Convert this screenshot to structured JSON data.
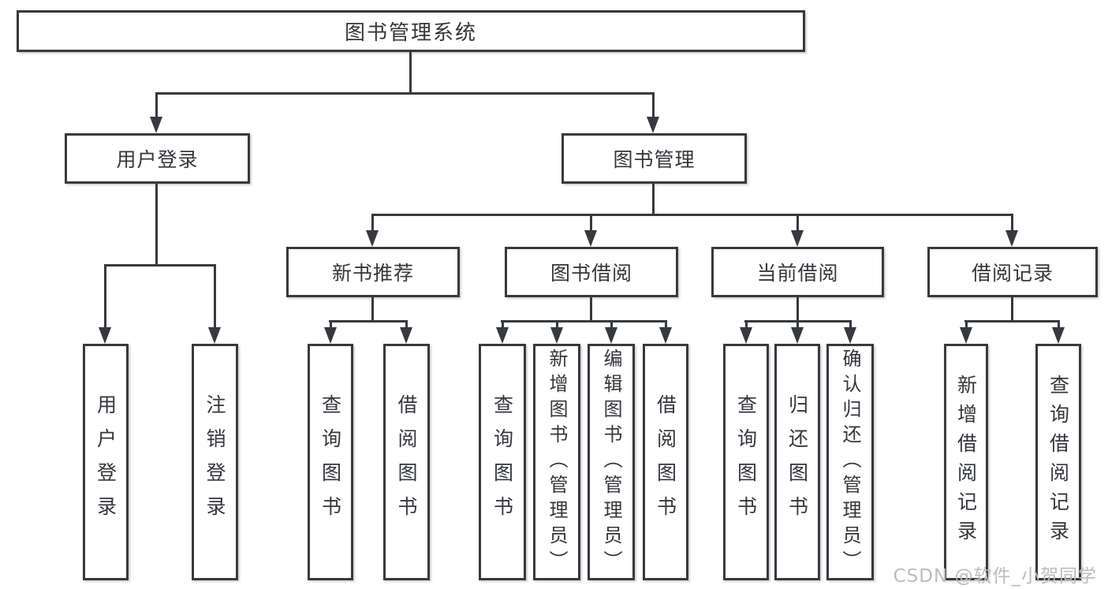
{
  "tree": {
    "root": {
      "label": "图书管理系统",
      "children": [
        {
          "label": "用户登录",
          "children": [
            {
              "label": "用户登录"
            },
            {
              "label": "注销登录"
            }
          ]
        },
        {
          "label": "图书管理",
          "children": [
            {
              "label": "新书推荐",
              "children": [
                {
                  "label": "查询图书"
                },
                {
                  "label": "借阅图书"
                }
              ]
            },
            {
              "label": "图书借阅",
              "children": [
                {
                  "label": "查询图书"
                },
                {
                  "label": "新增图书（管理员）"
                },
                {
                  "label": "编辑图书（管理员）"
                },
                {
                  "label": "借阅图书"
                }
              ]
            },
            {
              "label": "当前借阅",
              "children": [
                {
                  "label": "查询图书"
                },
                {
                  "label": "归还图书"
                },
                {
                  "label": "确认归还（管理员）"
                }
              ]
            },
            {
              "label": "借阅记录",
              "children": [
                {
                  "label": "新增借阅记录"
                },
                {
                  "label": "查询借阅记录"
                }
              ]
            }
          ]
        }
      ]
    }
  },
  "watermark": {
    "text": "CSDN @软件_小贺同学"
  },
  "colors": {
    "line": "#36393e",
    "text": "#33363b",
    "watermark": "#bcbcbc",
    "background": "#ffffff"
  }
}
